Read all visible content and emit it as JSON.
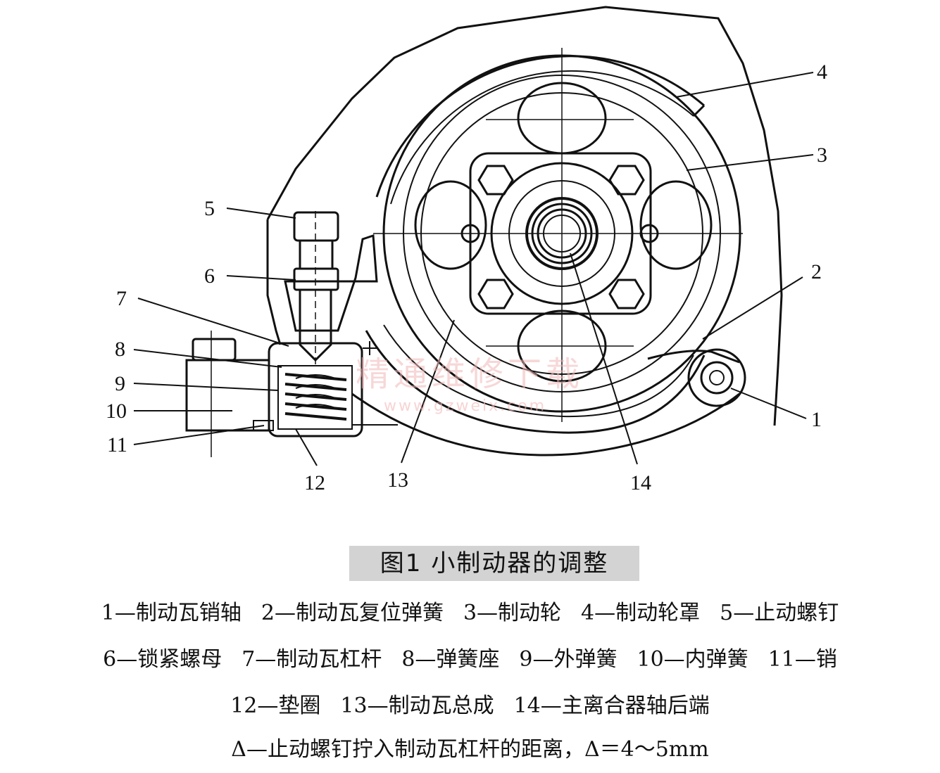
{
  "callouts": {
    "c1": "1",
    "c2": "2",
    "c3": "3",
    "c4": "4",
    "c5": "5",
    "c6": "6",
    "c7": "7",
    "c8": "8",
    "c9": "9",
    "c10": "10",
    "c11": "11",
    "c12": "12",
    "c13": "13",
    "c14": "14"
  },
  "watermark": {
    "text": "精通维修下载",
    "url": "www.gzweix.com"
  },
  "caption": {
    "title": "图1  小制动器的调整"
  },
  "legend": {
    "line1": [
      "1—制动瓦销轴",
      "2—制动瓦复位弹簧",
      "3—制动轮",
      "4—制动轮罩",
      "5—止动螺钉"
    ],
    "line2": [
      "6—锁紧螺母",
      "7—制动瓦杠杆",
      "8—弹簧座",
      "9—外弹簧",
      "10—内弹簧",
      "11—销"
    ],
    "line3": [
      "12—垫圈",
      "13—制动瓦总成",
      "14—主离合器轴后端"
    ],
    "note": "Δ—止动螺钉拧入制动瓦杠杆的距离，Δ＝4～5mm"
  }
}
